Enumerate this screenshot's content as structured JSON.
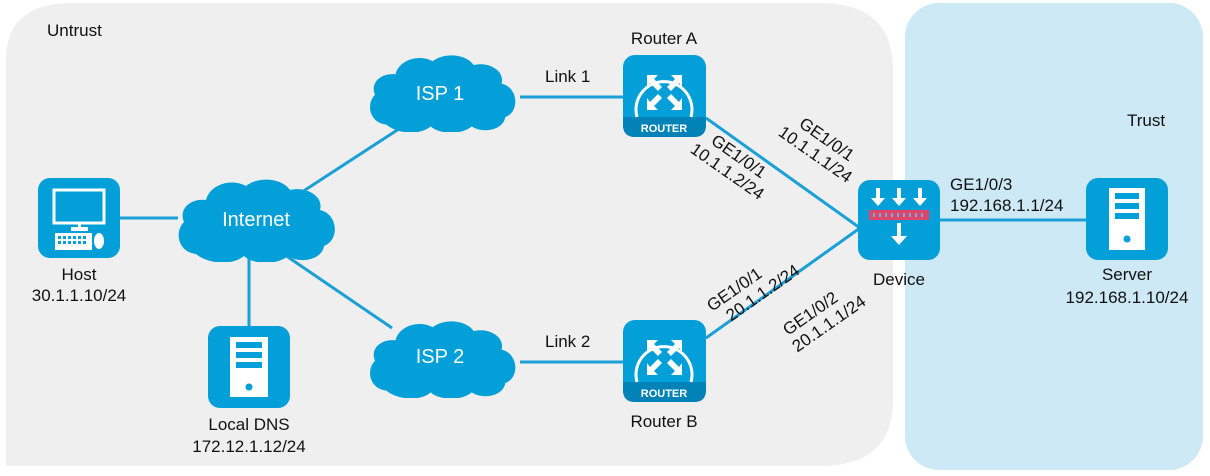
{
  "zones": {
    "untrust": {
      "label": "Untrust",
      "color": "#efefef"
    },
    "trust": {
      "label": "Trust",
      "color": "#cde9f5"
    }
  },
  "colors": {
    "icon_blue": "#029fd8",
    "router_band": "#0283b8",
    "link": "#1a9fd6",
    "firewall_bar": "#e0456a"
  },
  "nodes": {
    "host": {
      "name": "Host",
      "ip": "30.1.1.10/24",
      "icon": "desktop-computer-icon"
    },
    "local_dns": {
      "name": "Local DNS",
      "ip": "172.12.1.12/24",
      "icon": "server-icon"
    },
    "internet": {
      "name": "Internet",
      "icon": "cloud-icon"
    },
    "isp1": {
      "name": "ISP 1",
      "icon": "cloud-icon"
    },
    "isp2": {
      "name": "ISP 2",
      "icon": "cloud-icon"
    },
    "router_a": {
      "name": "Router A",
      "badge": "ROUTER",
      "icon": "router-icon"
    },
    "router_b": {
      "name": "Router B",
      "badge": "ROUTER",
      "icon": "router-icon"
    },
    "device": {
      "name": "Device",
      "icon": "firewall-icon"
    },
    "server": {
      "name": "Server",
      "ip": "192.168.1.10/24",
      "icon": "server-icon"
    }
  },
  "links": {
    "link1": {
      "label": "Link 1"
    },
    "link2": {
      "label": "Link 2"
    }
  },
  "interfaces": {
    "router_a_if": {
      "port": "GE1/0/1",
      "ip": "10.1.1.2/24"
    },
    "device_to_a": {
      "port": "GE1/0/1",
      "ip": "10.1.1.1/24"
    },
    "router_b_if": {
      "port": "GE1/0/1",
      "ip": "20.1.1.2/24"
    },
    "device_to_b": {
      "port": "GE1/0/2",
      "ip": "20.1.1.1/24"
    },
    "device_to_server": {
      "port": "GE1/0/3",
      "ip": "192.168.1.1/24"
    }
  }
}
